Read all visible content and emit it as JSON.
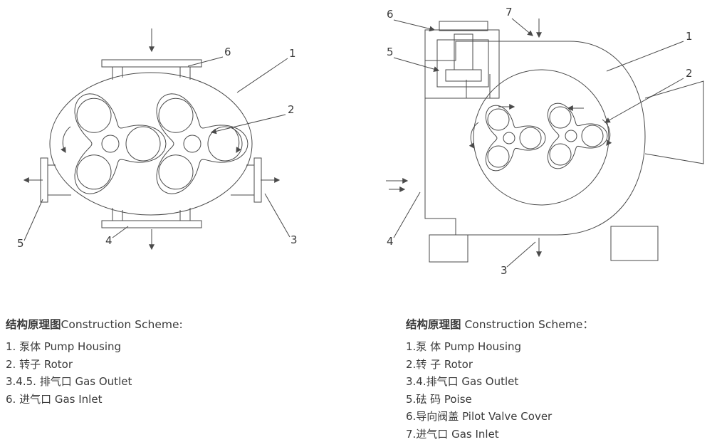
{
  "colors": {
    "background": "#ffffff",
    "line": "#4a4a4a",
    "text": "#3a3a3a"
  },
  "left_diagram": {
    "description": "roots-pump-front-section-view",
    "callouts": {
      "c1": "1",
      "c2": "2",
      "c3": "3",
      "c4": "4",
      "c5": "5",
      "c6": "6"
    }
  },
  "right_diagram": {
    "description": "roots-pump-side-section-view",
    "callouts": {
      "c1": "1",
      "c2": "2",
      "c3": "3",
      "c4": "4",
      "c5": "5",
      "c6": "6",
      "c7": "7"
    }
  },
  "left_legend": {
    "title_zh": "结构原理图",
    "title_en": "Construction Scheme:",
    "items": [
      "1. 泵体 Pump Housing",
      "2. 转子 Rotor",
      "3.4.5. 排气口 Gas Outlet",
      "6. 进气口 Gas Inlet"
    ]
  },
  "right_legend": {
    "title_zh": "结构原理图",
    "title_en": " Construction Scheme：",
    "items": [
      "1.泵 体 Pump Housing",
      "2.转 子 Rotor",
      "3.4.排气口 Gas Outlet",
      "5.砝 码 Poise",
      "6.导向阀盖 Pilot Valve Cover",
      "7.进气口 Gas Inlet"
    ]
  }
}
